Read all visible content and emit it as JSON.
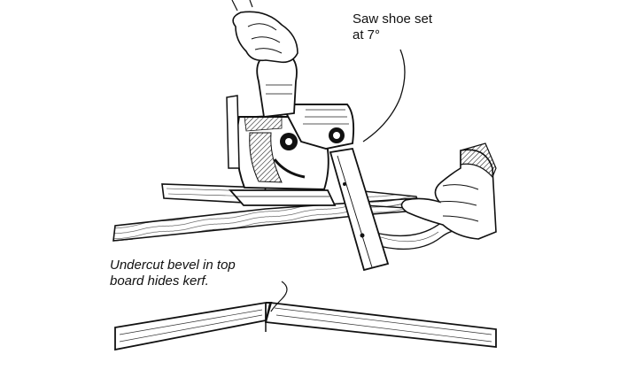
{
  "illustration": {
    "callouts": {
      "saw_shoe": {
        "line1": "Saw shoe set",
        "line2": "at 7°"
      },
      "bevel": {
        "line1": "Undercut bevel in top",
        "line2": "board hides kerf."
      }
    },
    "colors": {
      "ink": "#111111",
      "paper": "#ffffff",
      "hatch": "#3a3a3a"
    }
  }
}
